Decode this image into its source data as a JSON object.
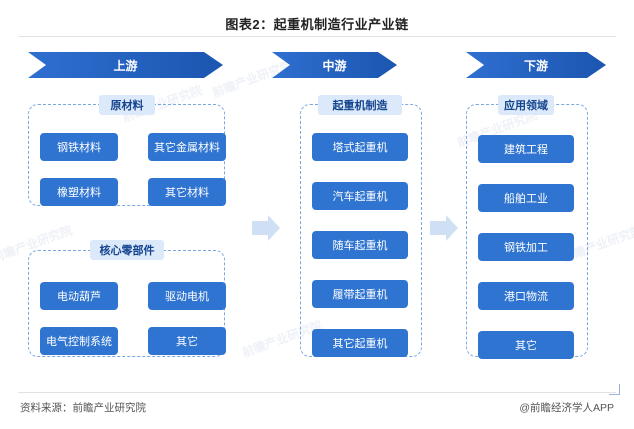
{
  "title": "图表2：起重机制造行业产业链",
  "footer": {
    "source": "资料来源：前瞻产业研究院",
    "brand": "@前瞻经济学人APP"
  },
  "stages": [
    {
      "label": "上游"
    },
    {
      "label": "中游"
    },
    {
      "label": "下游"
    }
  ],
  "groups": {
    "raw_materials": {
      "heading": "原材料",
      "items": [
        "钢铁材料",
        "其它金属材料",
        "橡塑材料",
        "其它材料"
      ]
    },
    "core_parts": {
      "heading": "核心零部件",
      "items": [
        "电动葫芦",
        "驱动电机",
        "电气控制系统",
        "其它"
      ]
    },
    "crane_manufacturing": {
      "heading": "起重机制造",
      "items": [
        "塔式起重机",
        "汽车起重机",
        "随车起重机",
        "履带起重机",
        "其它起重机"
      ]
    },
    "application": {
      "heading": "应用领域",
      "items": [
        "建筑工程",
        "船舶工业",
        "钢铁加工",
        "港口物流",
        "其它"
      ]
    }
  },
  "watermarks": [
    "前瞻产业研究院",
    "前瞻产业研究院",
    "前瞻产业研究院",
    "前瞻产业研究院",
    "前瞻产业研究院",
    "前瞻产业研究院"
  ],
  "colors": {
    "banner": "#1e5fbf",
    "cell": "#2f74d0",
    "group_head": "#dce9fa",
    "dashed_border": "#7aa7e0"
  }
}
